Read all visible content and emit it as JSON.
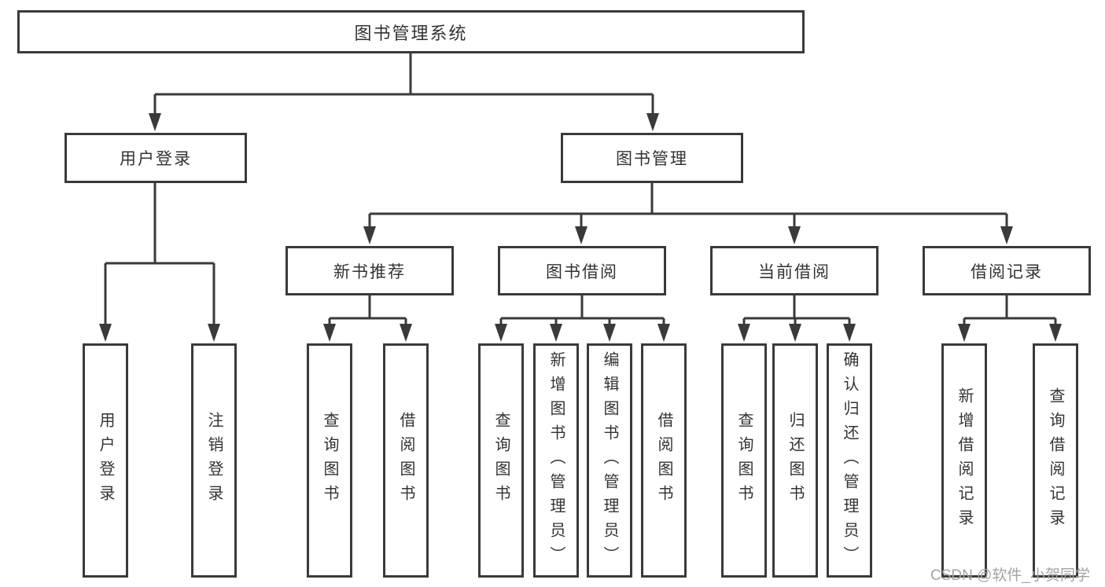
{
  "colors": {
    "line": "#3a3a3a",
    "text": "#333333",
    "box_background": "#ffffff",
    "watermark": "#a3a3a3"
  },
  "watermark": {
    "text": "CSDN @软件_小贺同学"
  },
  "tree": {
    "root": {
      "label": "图书管理系统"
    },
    "children": [
      {
        "label": "用户登录",
        "children": [
          {
            "label": "用户登录"
          },
          {
            "label": "注销登录"
          }
        ]
      },
      {
        "label": "图书管理",
        "children": [
          {
            "label": "新书推荐",
            "children": [
              {
                "label": "查询图书"
              },
              {
                "label": "借阅图书"
              }
            ]
          },
          {
            "label": "图书借阅",
            "children": [
              {
                "label": "查询图书"
              },
              {
                "label": "新增图书（管理员）"
              },
              {
                "label": "编辑图书（管理员）"
              },
              {
                "label": "借阅图书"
              }
            ]
          },
          {
            "label": "当前借阅",
            "children": [
              {
                "label": "查询图书"
              },
              {
                "label": "归还图书"
              },
              {
                "label": "确认归还（管理员）"
              }
            ]
          },
          {
            "label": "借阅记录",
            "children": [
              {
                "label": "新增借阅记录"
              },
              {
                "label": "查询借阅记录"
              }
            ]
          }
        ]
      }
    ]
  }
}
